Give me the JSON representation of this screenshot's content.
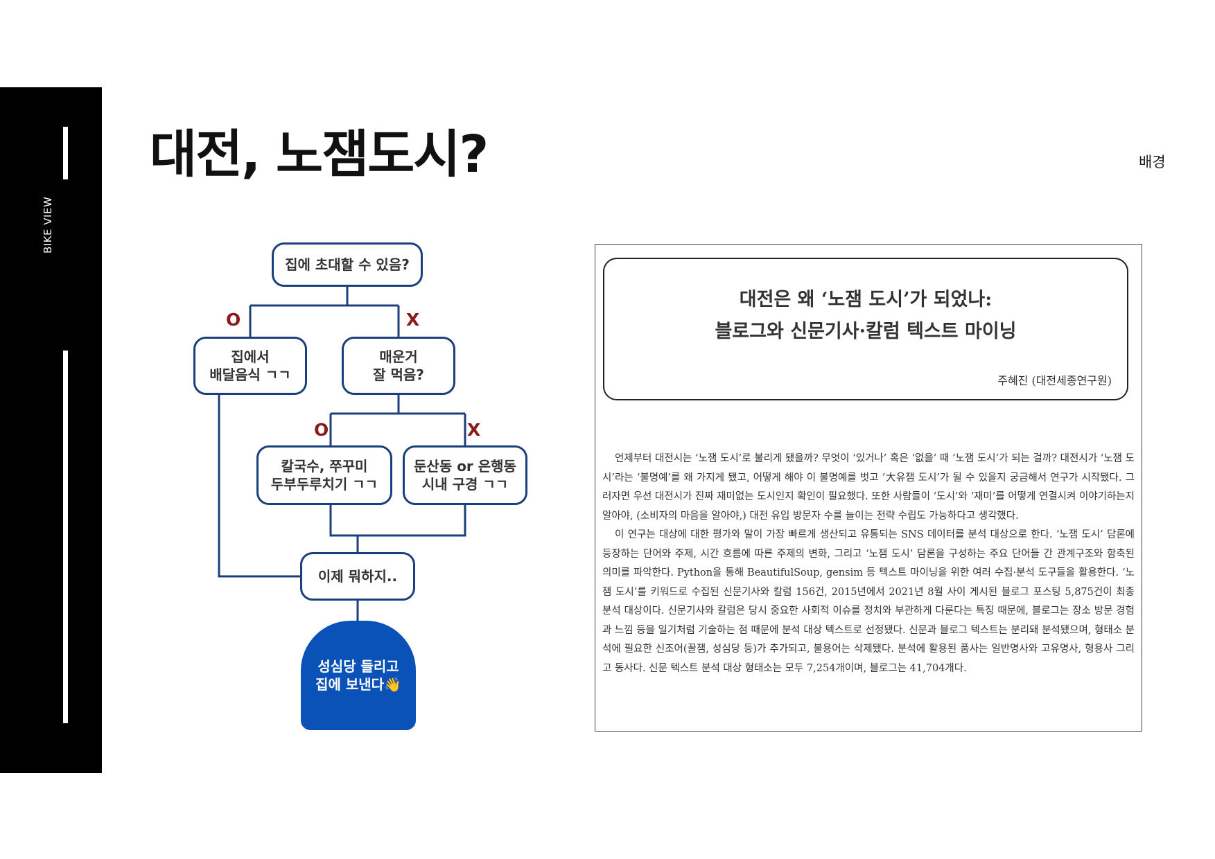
{
  "sidebar": {
    "brand": "BIKE VIEW"
  },
  "header": {
    "title": "대전, 노잼도시?",
    "section": "배경"
  },
  "flowchart": {
    "start": "집에 초대할 수 있음?",
    "delivery": "집에서\n배달음식 ㄱㄱ",
    "spicy": "매운거\n잘 먹음?",
    "kalguksu": "칼국수, 쭈꾸미\n두부두루치기 ㄱㄱ",
    "dunsan": "둔산동 or 은행동\n시내 구경 ㄱㄱ",
    "now": "이제 뭐하지..",
    "end": "성심당 들리고\n집에 보낸다👋",
    "mark_o": "O",
    "mark_x": "X"
  },
  "paper": {
    "title_line1": "대전은 왜 ‘노잼 도시’가 되었나:",
    "title_line2": "블로그와 신문기사·칼럼 텍스트 마이닝",
    "author": "주혜진 (대전세종연구원)",
    "paragraph1": "언제부터 대전시는 ‘노잼 도시’로 불리게 됐을까? 무엇이 ‘있거나’ 혹은 ‘없을’ 때 ‘노잼 도시’가 되는 걸까? 대전시가 ‘노잼 도시’라는 ‘불명예’를 왜 가지게 됐고, 어떻게 해야 이 불명예를 벗고 ‘大유잼 도시’가 될 수 있을지 궁금해서 연구가 시작됐다. 그러자면 우선 대전시가 진짜 재미없는 도시인지 확인이 필요했다. 또한 사람들이 ‘도시’와 ‘재미’를 어떻게 연결시켜 이야기하는지 알아야, (소비자의 마음을 알아야,) 대전 유입 방문자 수를 늘이는 전략 수립도 가능하다고 생각했다.",
    "paragraph2": "이 연구는 대상에 대한 평가와 말이 가장 빠르게 생산되고 유통되는 SNS 데이터를 분석 대상으로 한다. ‘노잼 도시’ 담론에 등장하는 단어와 주제, 시간 흐름에 따른 주제의 변화, 그리고 ‘노잼 도시’ 담론을 구성하는 주요 단어들 간 관계구조와 함축된 의미를 파악한다. Python을 통해 BeautifulSoup, gensim 등 텍스트 마이닝을 위한 여러 수집·분석 도구들을 활용한다. ‘노잼 도시’를 키워드로 수집된 신문기사와 칼럼 156건, 2015년에서 2021년 8월 사이 게시된 블로그 포스팅 5,875건이 최종 분석 대상이다. 신문기사와 칼럼은 당시 중요한 사회적 이슈를 정치와 부관하게 다룬다는 특징 때문에, 블로그는 장소 방문 경험과 느낌 등을 일기처럼 기술하는 점 때문에 분석 대상 텍스트로 선정됐다. 신문과 블로그 텍스트는 분리돼 분석됐으며, 형태소 분석에 필요한 신조어(꿀잼, 성심당 등)가 추가되고, 불용어는 삭제됐다. 분석에 활용된 품사는 일반명사와 고유명사, 형용사 그리고 동사다. 신문 텍스트 분석 대상 형태소는 모두 7,254개이며, 블로그는 41,704개다."
  },
  "colors": {
    "sidebar": "#000000",
    "node_border": "#1a3f7c",
    "end_fill": "#0b52b8",
    "mark": "#8b1a1a"
  }
}
